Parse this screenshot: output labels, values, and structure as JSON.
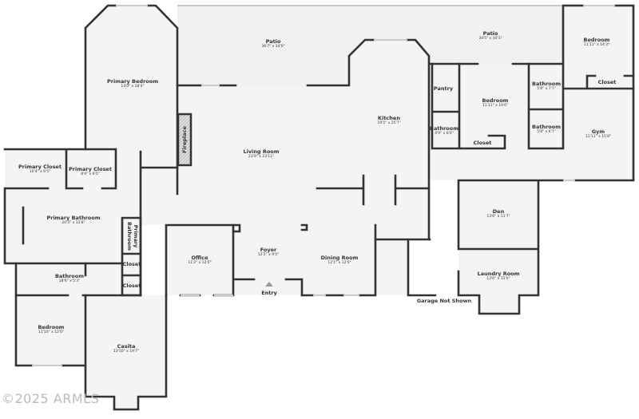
{
  "colors": {
    "wall": "#333333",
    "floor": "#f4f4f4",
    "patio": "#ededed",
    "window": "#cccccc"
  },
  "rooms": [
    {
      "name": "Patio",
      "dims": "36'7\" x 14'0\""
    },
    {
      "name": "Patio",
      "dims": "34'5\" x 10'3\""
    },
    {
      "name": "Bedroom",
      "dims": "11'11\" x 14'3\""
    },
    {
      "name": "Primary Bedroom",
      "dims": "14'0\" x 28'4\""
    },
    {
      "name": "Pantry",
      "dims": ""
    },
    {
      "name": "Bedroom",
      "dims": "11'11\" x 14'6\""
    },
    {
      "name": "Bathroom",
      "dims": "5'8\" x 7'7\""
    },
    {
      "name": "Closet",
      "dims": ""
    },
    {
      "name": "Kitchen",
      "dims": "19'5\" x 25'7\""
    },
    {
      "name": "Bathroom",
      "dims": "4'9\" x 6'0\""
    },
    {
      "name": "Bathroom",
      "dims": "5'8\" x 6'7\""
    },
    {
      "name": "Gym",
      "dims": "11'11\" x 15'8\""
    },
    {
      "name": "Closet",
      "dims": ""
    },
    {
      "name": "Living Room",
      "dims": "23'9\" x 23'11\""
    },
    {
      "name": "Primary Closet",
      "dims": "10'4\" x 6'5\""
    },
    {
      "name": "Primary Closet",
      "dims": "8'4\" x 6'5\""
    },
    {
      "name": "Primary Bathroom",
      "dims": "20'3\" x 12'8\""
    },
    {
      "name": "Den",
      "dims": "13'6\" x 11'7\""
    },
    {
      "name": "Office",
      "dims": "11'2\" x 12'0\""
    },
    {
      "name": "Foyer",
      "dims": "12'2\" x 9'5\""
    },
    {
      "name": "Dining Room",
      "dims": "12'1\" x 12'0\""
    },
    {
      "name": "Closet",
      "dims": ""
    },
    {
      "name": "Closet",
      "dims": ""
    },
    {
      "name": "Bathroom",
      "dims": "18'6\" x 5'3\""
    },
    {
      "name": "Laundry Room",
      "dims": "13'6\" x 11'0\""
    },
    {
      "name": "Bedroom",
      "dims": "11'10\" x 12'0\""
    },
    {
      "name": "Casita",
      "dims": "13'10\" x 19'7\""
    }
  ],
  "vertical_labels": {
    "fireplace": "Fireplace",
    "primary_bathroom": "Primary Bathroom"
  },
  "notes": {
    "entry": "Entry",
    "garage": "Garage Not Shown"
  },
  "watermark": "©2025 ARMLS"
}
